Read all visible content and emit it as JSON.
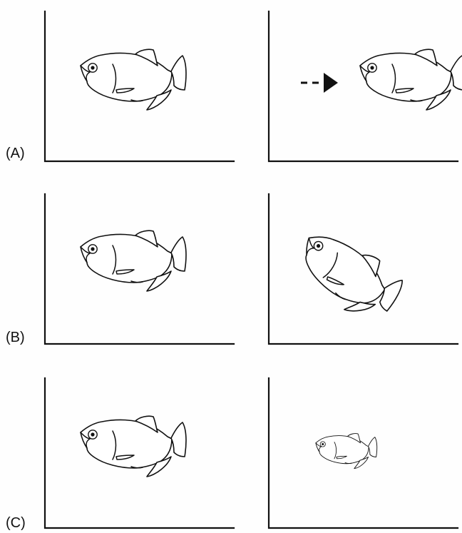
{
  "figure": {
    "rows": [
      {
        "label": "(A)",
        "transform": "translation"
      },
      {
        "label": "(B)",
        "transform": "rotation"
      },
      {
        "label": "(C)",
        "transform": "scaling"
      }
    ]
  },
  "icons": {
    "fish": "fish-icon",
    "arrow": "dashed-arrow-icon"
  },
  "colors": {
    "ink": "#111111",
    "paper": "#ffffff"
  }
}
